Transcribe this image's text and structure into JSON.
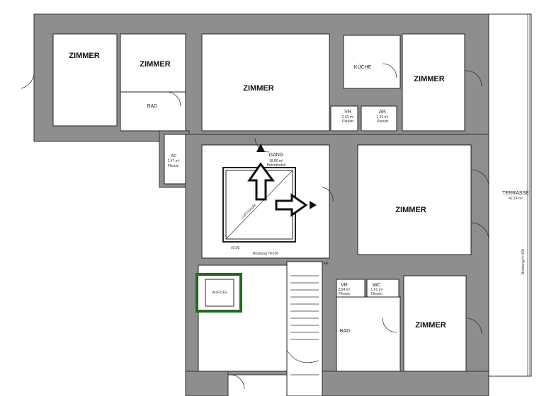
{
  "rooms": {
    "zimmer_1": "ZIMMER",
    "zimmer_2": "ZIMMER",
    "zimmer_3": "ZIMMER",
    "zimmer_4": "ZIMMER",
    "zimmer_5": "ZIMMER",
    "zimmer_6": "ZIMMER",
    "bad_upper": "BAD",
    "bad_lower": "BAD",
    "kueche": "KÜCHE",
    "aufzug": "AUFZUG",
    "wc_upper": {
      "name": "WC",
      "area": "2,47 m²",
      "floor": "Fliesen"
    },
    "gang": {
      "name": "GANG",
      "area": "18,86 m²",
      "floor": "Betonboden"
    },
    "vr_upper": {
      "name": "VR",
      "area": "2,33 m²",
      "floor": "Parkett"
    },
    "ar_upper": {
      "name": "AR",
      "area": "2,26 m²",
      "floor": "Parkett"
    },
    "vr_lower": {
      "name": "VR",
      "area": "2,04 m²",
      "floor": "Fliesen"
    },
    "wc_lower": {
      "name": "WC",
      "area": "1,61 m²",
      "floor": "Fliesen"
    },
    "terrasse": {
      "name": "TERRASSE",
      "area": "42,14 m²"
    }
  },
  "annotations": {
    "luftraum": "LUFTRAUM",
    "bruestung_gang": "Brüstung H=100",
    "bruestung_terrasse": "Brüstung H=100",
    "level": "±0.00",
    "ar_tag": "AR"
  },
  "colors": {
    "wall": "#8e8e8e",
    "elevator_shaft": "#1f6b1f"
  }
}
